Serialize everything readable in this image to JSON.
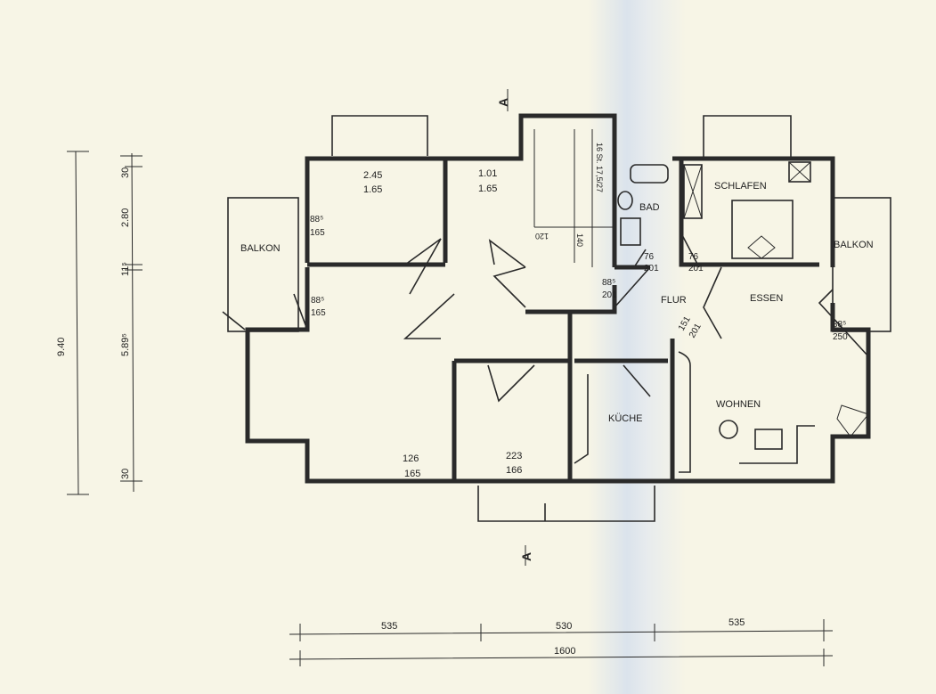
{
  "rooms": {
    "balkon_left": "BALKON",
    "balkon_right": "BALKON",
    "bad": "BAD",
    "schlafen": "SCHLAFEN",
    "flur": "FLUR",
    "essen": "ESSEN",
    "kueche": "KÜCHE",
    "wohnen": "WOHNEN"
  },
  "section_marker": "A",
  "window_labels": [
    {
      "top": "2.45",
      "bottom": "1.65"
    },
    {
      "top": "1.01",
      "bottom": "1.65"
    },
    {
      "top": "126",
      "bottom": "165"
    },
    {
      "top": "223",
      "bottom": "166"
    }
  ],
  "door_labels": [
    {
      "top": "88⁵",
      "bottom": "165"
    },
    {
      "top": "88⁵",
      "bottom": "165"
    },
    {
      "top": "88⁵",
      "bottom": "201"
    },
    {
      "top": "76",
      "bottom": "201"
    },
    {
      "top": "76",
      "bottom": "201"
    },
    {
      "top": "151",
      "bottom": "201"
    },
    {
      "top": "88⁵",
      "bottom": "250"
    }
  ],
  "stair_labels": [
    "120",
    "140",
    "16 St. 17,5/27"
  ],
  "dimensions": {
    "vertical_total": "9.40",
    "vertical_parts": [
      "30",
      "2.80",
      "11⁵",
      "5.89⁵",
      "30"
    ],
    "horizontal_parts": [
      "535",
      "530",
      "535"
    ],
    "horizontal_total": "1600"
  }
}
